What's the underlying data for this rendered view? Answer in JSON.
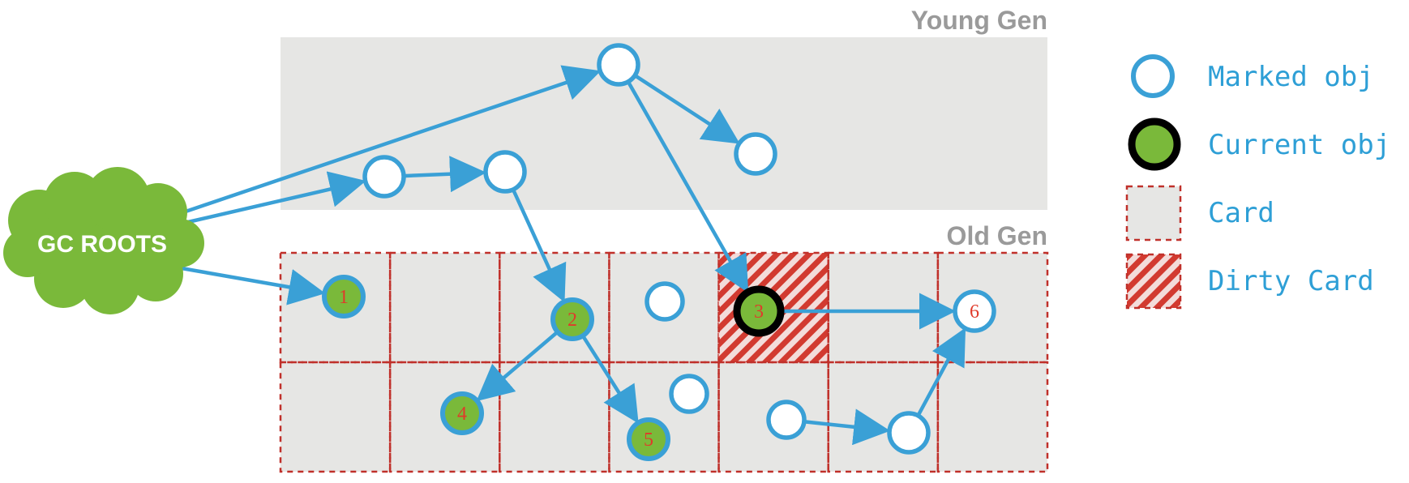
{
  "regions": {
    "young_gen_label": "Young Gen",
    "old_gen_label": "Old Gen"
  },
  "roots": {
    "label": "GC ROOTS"
  },
  "nodes": [
    {
      "id": "y1",
      "kind": "marked",
      "label": ""
    },
    {
      "id": "y2",
      "kind": "marked",
      "label": ""
    },
    {
      "id": "y3",
      "kind": "marked",
      "label": ""
    },
    {
      "id": "y4",
      "kind": "marked",
      "label": ""
    },
    {
      "id": "o1",
      "kind": "live",
      "label": "1"
    },
    {
      "id": "o2",
      "kind": "live",
      "label": "2"
    },
    {
      "id": "o3",
      "kind": "current",
      "label": "3"
    },
    {
      "id": "o4",
      "kind": "live",
      "label": "4"
    },
    {
      "id": "o5",
      "kind": "live",
      "label": "5"
    },
    {
      "id": "o6",
      "kind": "marked",
      "label": "6"
    },
    {
      "id": "m1",
      "kind": "marked",
      "label": ""
    },
    {
      "id": "m2",
      "kind": "marked",
      "label": ""
    },
    {
      "id": "m3",
      "kind": "marked",
      "label": ""
    },
    {
      "id": "m4",
      "kind": "marked",
      "label": ""
    }
  ],
  "edges": [
    [
      "roots",
      "y3"
    ],
    [
      "roots",
      "y1"
    ],
    [
      "roots",
      "o1"
    ],
    [
      "y1",
      "y2"
    ],
    [
      "y3",
      "y4"
    ],
    [
      "y3",
      "o3"
    ],
    [
      "y2",
      "o2"
    ],
    [
      "o2",
      "o4"
    ],
    [
      "o2",
      "o5"
    ],
    [
      "o3",
      "o6"
    ],
    [
      "m3",
      "m4"
    ],
    [
      "m4",
      "o6"
    ]
  ],
  "cards": {
    "rows": 2,
    "cols": 7,
    "dirty": [
      [
        0,
        4
      ]
    ]
  },
  "legend": {
    "marked_obj": "Marked obj",
    "current_obj": "Current obj",
    "card": "Card",
    "dirty_card": "Dirty Card"
  },
  "colors": {
    "edge": "#3aa0d6",
    "live_fill": "#7ab93a",
    "region_bg": "#e6e6e4",
    "card_border": "#c0302a",
    "dirty_hatch": "#d23a30",
    "cloud": "#7ab93a"
  }
}
